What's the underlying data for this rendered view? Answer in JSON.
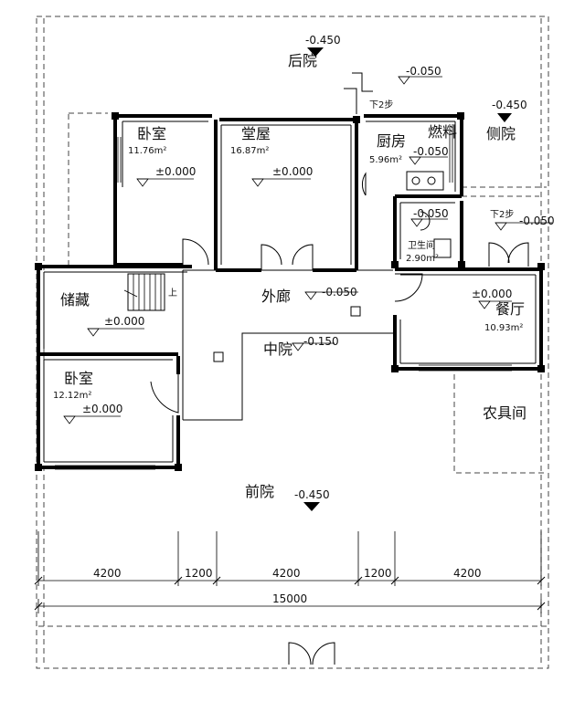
{
  "rooms": {
    "back_yard": "后院",
    "side_yard": "侧院",
    "bedroom_1": "卧室",
    "bedroom_1_area": "11.76m²",
    "hall": "堂屋",
    "hall_area": "16.87m²",
    "kitchen": "厨房",
    "kitchen_area": "5.96m²",
    "fuel": "燃料",
    "bathroom": "卫生间",
    "bathroom_area": "2.90m²",
    "storage": "储藏",
    "corridor": "外廊",
    "middle_yard": "中院",
    "dining": "餐厅",
    "dining_area": "10.93m²",
    "bedroom_2": "卧室",
    "bedroom_2_area": "12.12m²",
    "tool_room": "农具间",
    "front_yard": "前院"
  },
  "levels": {
    "back_yard": "-0.450",
    "side_yard": "-0.450",
    "front_yard": "-0.450",
    "step_top": "-0.050",
    "step_side": "-0.050",
    "kitchen": "-0.050",
    "bathroom": "-0.050",
    "corridor": "-0.050",
    "middle_yard": "-0.150",
    "bedroom_1": "±0.000",
    "hall": "±0.000",
    "storage": "±0.000",
    "dining": "±0.000",
    "bedroom_2": "±0.000"
  },
  "notes": {
    "step_down_1": "下2步",
    "step_down_2": "下2步",
    "stair_up": "上"
  },
  "dimensions": {
    "segments": [
      "4200",
      "1200",
      "4200",
      "1200",
      "4200"
    ],
    "total": "15000"
  }
}
